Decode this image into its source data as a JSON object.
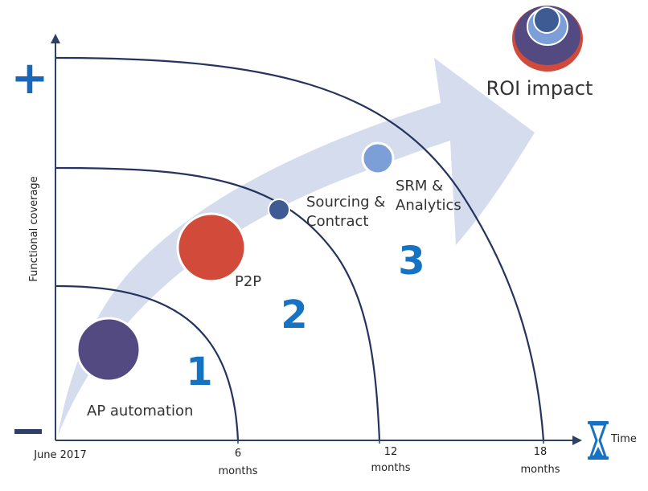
{
  "y_axis": {
    "label": "Functional coverage",
    "plus_symbol": "+",
    "minus_symbol": "−"
  },
  "x_axis": {
    "label": "Time",
    "icon": "hourglass-icon",
    "ticks": [
      {
        "line1": "June 2017",
        "line2": ""
      },
      {
        "line1": "6",
        "line2": "months"
      },
      {
        "line1": "12",
        "line2": "months"
      },
      {
        "line1": "18",
        "line2": "months"
      }
    ]
  },
  "stages": [
    {
      "number": "1"
    },
    {
      "number": "2"
    },
    {
      "number": "3"
    }
  ],
  "milestones": [
    {
      "name": "ap-automation",
      "label_lines": [
        "AP automation"
      ],
      "color": "#524a80"
    },
    {
      "name": "p2p",
      "label_lines": [
        "P2P"
      ],
      "color": "#d14a3a"
    },
    {
      "name": "sourcing-contract",
      "label_lines": [
        "Sourcing &",
        "Contract"
      ],
      "color": "#3f5b94"
    },
    {
      "name": "srm-analytics",
      "label_lines": [
        "SRM &",
        "Analytics"
      ],
      "color": "#7b9fd6"
    }
  ],
  "roi": {
    "label": "ROI impact",
    "colors": {
      "outer": "#d14a3a",
      "middle": "#524a80",
      "inner": "#7b9fd6",
      "core": "#3f5b94"
    }
  },
  "colors": {
    "axis": "#2f4066",
    "curve": "#24345e",
    "arrow": "#d4dced",
    "accent": "#1672c2",
    "plus": "#1b66b8"
  }
}
